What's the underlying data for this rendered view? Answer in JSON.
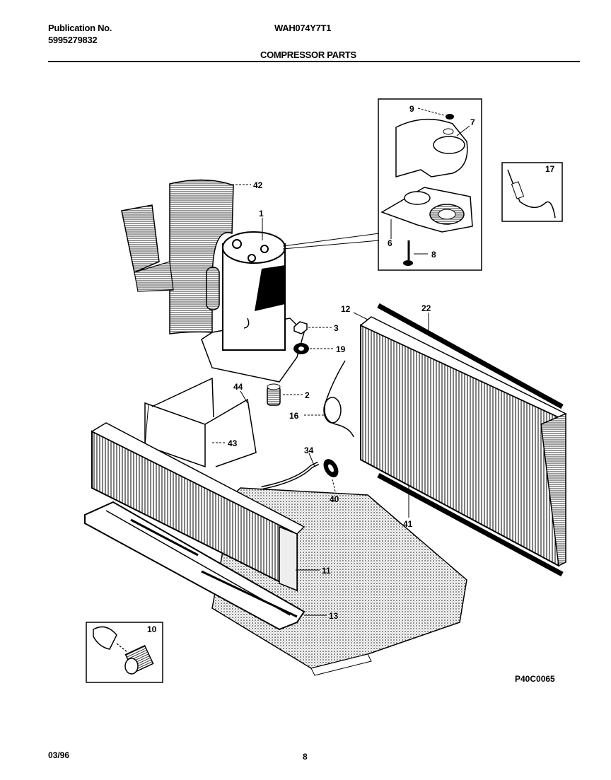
{
  "header": {
    "publication_label": "Publication No.",
    "publication_number": "5995279832",
    "model": "WAH074Y7T1",
    "section_title": "COMPRESSOR PARTS"
  },
  "callouts": {
    "c1": "1",
    "c2": "2",
    "c3": "3",
    "c6": "6",
    "c7": "7",
    "c8": "8",
    "c9": "9",
    "c10": "10",
    "c11": "11",
    "c12": "12",
    "c13": "13",
    "c16": "16",
    "c17": "17",
    "c19": "19",
    "c22": "22",
    "c34": "34",
    "c40": "40",
    "c41": "41",
    "c42": "42",
    "c43": "43",
    "c44": "44"
  },
  "figure_code": "P40C0065",
  "footer": {
    "date": "03/96",
    "page": "8"
  }
}
